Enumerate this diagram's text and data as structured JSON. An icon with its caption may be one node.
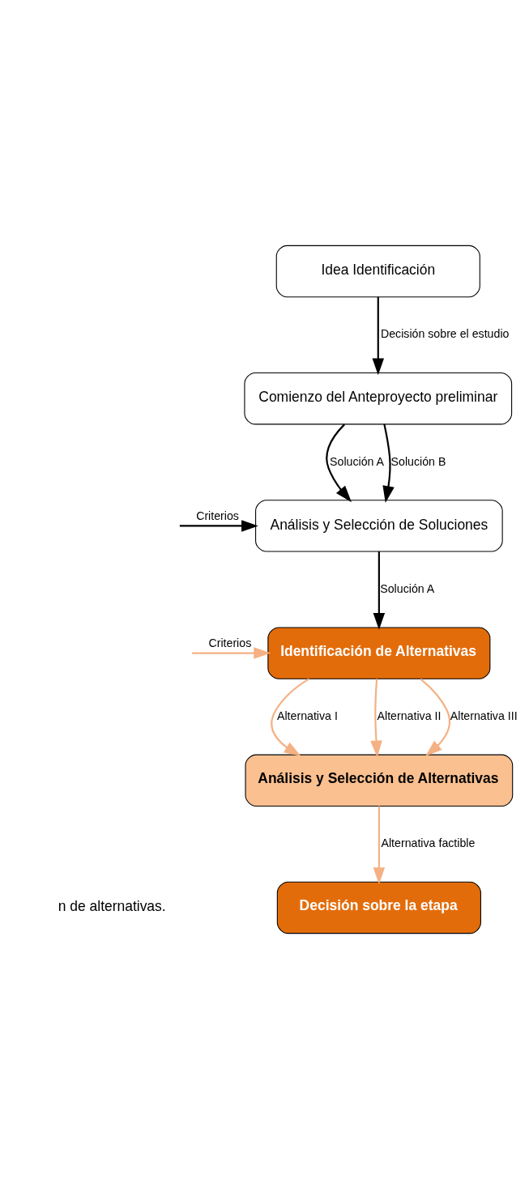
{
  "diagram": {
    "nodes": [
      {
        "text": [
          "Idea Identificación"
        ]
      },
      {
        "text": [
          "Comienzo del Anteproyecto preliminar"
        ]
      },
      {
        "text": [
          "Análisis y Selección de Soluciones"
        ]
      },
      {
        "text": [
          "Identificación de Alternativas"
        ]
      },
      {
        "text": [
          "Análisis y Selección de Alternativas"
        ]
      },
      {
        "text": [
          "Decisión sobre la etapa"
        ]
      }
    ],
    "edges": [
      {
        "from": 0,
        "to": 1,
        "arrow": "to",
        "label": "Decisión sobre el estudio"
      },
      {
        "from": 1,
        "to": 2,
        "arrow": "to",
        "label": "Solución A"
      },
      {
        "from": 1,
        "to": 2,
        "arrow": "to",
        "label": "Solución B"
      },
      {
        "from": null,
        "to": 2,
        "arrow": "to",
        "label": "Criterios"
      },
      {
        "from": 2,
        "to": 3,
        "arrow": "to",
        "label": "Solución A"
      },
      {
        "from": null,
        "to": 3,
        "arrow": "to",
        "label": "Criterios",
        "color": "#f4b183"
      },
      {
        "from": 3,
        "to": 4,
        "arrow": "to",
        "label": "Alternativa I",
        "color": "#f4b183"
      },
      {
        "from": 3,
        "to": 4,
        "arrow": "to",
        "label": "Alternativa II",
        "color": "#f4b183"
      },
      {
        "from": 3,
        "to": 4,
        "arrow": "to",
        "label": "Alternativa III",
        "color": "#f4b183"
      },
      {
        "from": 4,
        "to": 5,
        "arrow": "to",
        "label": "Alternativa factible",
        "color": "#f4b183"
      }
    ],
    "labels": [
      "n de alternativas."
    ]
  }
}
